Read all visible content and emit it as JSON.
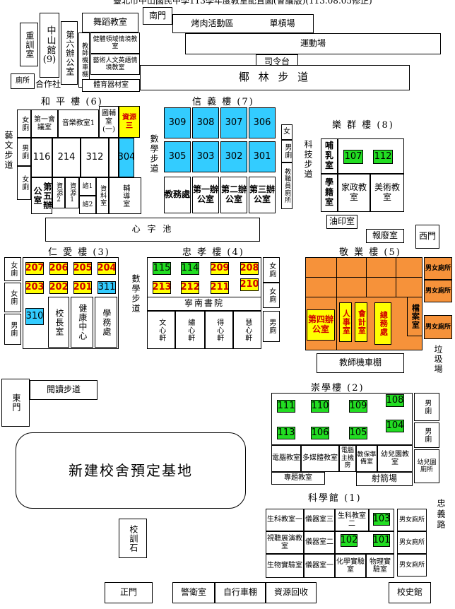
{
  "header_text": "臺北市中山國民中學113學年度教室配置圖(會議版)(113.08.05修正)",
  "top": {
    "south_gate": "南門",
    "dance_room": "舞蹈教室",
    "bbq": "烤肉活動區",
    "bar": "單槓場",
    "playground": "運動場",
    "podium": "司令台",
    "palm_path": "椰 林 步 道",
    "zhongshan_hall": "中山館",
    "zhongshan_hall_no": "(9)",
    "sixth_office": "第六辦公室",
    "counsel_room": "重訓室",
    "restroom": "廁所",
    "coop": "合作社",
    "teacher_scooter": "教師機車棚",
    "health_room": "健體領域情境教室",
    "arts_room": "藝術人文英語情境教室",
    "sports_room": "體育器材室"
  },
  "heping": {
    "title": "和 平 樓 (6)",
    "female_wc": "女廁",
    "male_wc": "男廁",
    "female_wc2": "女廁",
    "meeting1": "第一會議室",
    "music1": "音樂教室1",
    "library": "圖輔室(一)",
    "resource3": "資源三",
    "r116": "116",
    "r214": "214",
    "r312": "312",
    "r304": "304",
    "office5": "第五辦公室",
    "res2": "資源2",
    "res1": "資源1",
    "lian1": "諮1",
    "lian2": "諮2",
    "data_room": "資料室",
    "guidance": "輔導室"
  },
  "xinyi": {
    "title": "信 義 樓 (7)",
    "row1": [
      "309",
      "308",
      "307",
      "306"
    ],
    "row2": [
      "305",
      "303",
      "302",
      "301"
    ],
    "academic": "教務處",
    "office1": "第一辦公室",
    "office2": "第二辦公室",
    "office3": "第三辦公室",
    "female_wc": "女",
    "male_wc": "男廁",
    "teacher_wc": "教職員廁所",
    "math_path": "數學步道"
  },
  "yuequn": {
    "title": "樂 群 樓 (8)",
    "nursing": "哺乳室",
    "r107": "107",
    "r112": "112",
    "records": "學籍室",
    "home_ec": "家政教室",
    "art": "美術教室",
    "print": "油印室",
    "sci_path": "科技步道"
  },
  "heart_pond": "心 字 池",
  "recycle_room": "報廢室",
  "west_gate": "西門",
  "renai": {
    "title": "仁 愛 樓 (3)",
    "row1": [
      "207",
      "206",
      "205",
      "204"
    ],
    "row2": [
      "203",
      "202",
      "201",
      "311"
    ],
    "r310": "310",
    "principal": "校長室",
    "health_center": "健康中心",
    "student_affairs": "學務處",
    "female_wc": "女廁",
    "female_wc2": "女廁",
    "male_wc": "男廁"
  },
  "zhongxiao": {
    "title": "忠 孝 樓 (4)",
    "row1": [
      "115",
      "114",
      "209",
      "208"
    ],
    "row2": [
      "213",
      "212",
      "211",
      "210"
    ],
    "ningnan": "寧南書院",
    "wen": "文心軒",
    "xiu": "繡心軒",
    "de": "得心軒",
    "hui": "慧心軒",
    "female_wc": "女廁",
    "female_wc2": "女廁",
    "male_wc": "男廁",
    "math_path": "數學步道"
  },
  "jingye": {
    "title": "敬 業 樓 (5)",
    "office4": "第四辦公室",
    "personnel": "人事室",
    "accounting": "會計室",
    "general": "總務處",
    "archive": "檔案室",
    "wc1": "男女廁所",
    "wc2": "男女廁所",
    "wc3": "男女廁所",
    "trash": "垃圾場",
    "teacher_shed": "教師機車棚"
  },
  "east_gate": "東門",
  "reading_path": "閱讀步道",
  "new_site": "新建校舍預定基地",
  "school_stone": "校訓石",
  "chongxue": {
    "title": "崇學樓 (2)",
    "row1": [
      "111",
      "110",
      "109",
      "108"
    ],
    "row2": [
      "113",
      "106",
      "105",
      "104"
    ],
    "computer": "電腦教室",
    "multimedia": "多媒體教室",
    "server": "電腦主機房",
    "teach_prep": "教保準備室",
    "kinder": "幼兒園教室",
    "project": "專題教室",
    "archery": "射箭場",
    "male_wc": "男廁",
    "male_wc2": "男廁",
    "kinder_wc": "幼兒園廁所"
  },
  "science": {
    "title": "科學館 (1)",
    "bio1": "生科教室一",
    "equip3": "儀器室三",
    "bio2": "生科教室二",
    "r103": "103",
    "av": "視聽展演教室",
    "equip2": "儀器室二",
    "r102": "102",
    "r101": "101",
    "bio_lab": "生物實驗室",
    "equip1": "儀器室一",
    "chem_lab": "化學實驗室",
    "phy_lab": "物理實驗室",
    "wc1": "男女廁所",
    "wc2": "男女廁所",
    "wc3": "男女廁所"
  },
  "zhongyi_road": "忠義路",
  "bottom": {
    "main_gate": "正門",
    "guard": "警衛室",
    "bike_shed": "自行車棚",
    "recycle": "資源回收",
    "history": "校史館"
  }
}
